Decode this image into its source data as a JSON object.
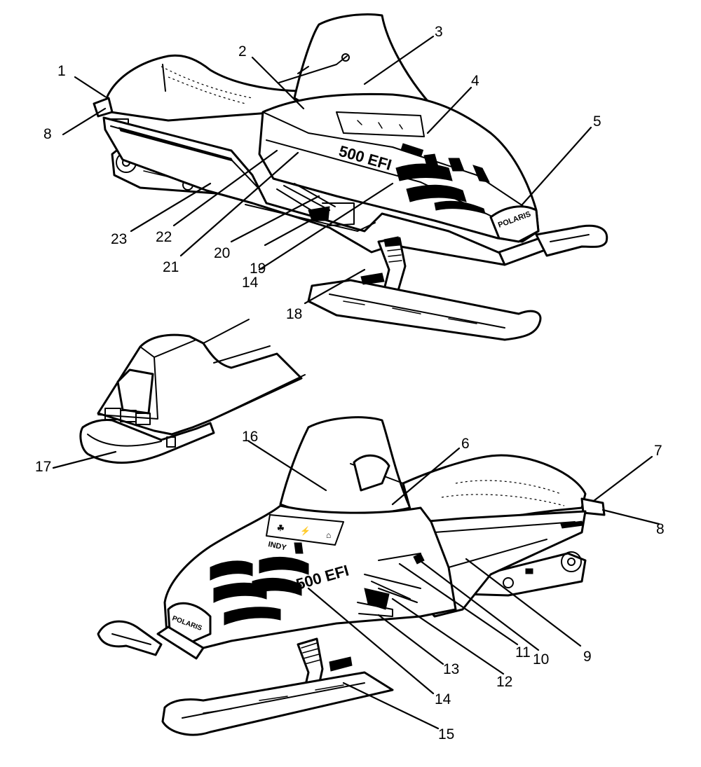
{
  "decals": {
    "model_text": "500 EFI"
  },
  "callouts": [
    {
      "id": "c1",
      "label": "1"
    },
    {
      "id": "c2",
      "label": "2"
    },
    {
      "id": "c3",
      "label": "3"
    },
    {
      "id": "c4",
      "label": "4"
    },
    {
      "id": "c5",
      "label": "5"
    },
    {
      "id": "c8a",
      "label": "8"
    },
    {
      "id": "c23",
      "label": "23"
    },
    {
      "id": "c22",
      "label": "22"
    },
    {
      "id": "c21",
      "label": "21"
    },
    {
      "id": "c20",
      "label": "20"
    },
    {
      "id": "c19",
      "label": "19"
    },
    {
      "id": "c14a",
      "label": "14"
    },
    {
      "id": "c18",
      "label": "18"
    },
    {
      "id": "c17",
      "label": "17"
    },
    {
      "id": "c16",
      "label": "16"
    },
    {
      "id": "c6",
      "label": "6"
    },
    {
      "id": "c7",
      "label": "7"
    },
    {
      "id": "c8b",
      "label": "8"
    },
    {
      "id": "c9",
      "label": "9"
    },
    {
      "id": "c10",
      "label": "10"
    },
    {
      "id": "c11",
      "label": "11"
    },
    {
      "id": "c12",
      "label": "12"
    },
    {
      "id": "c13",
      "label": "13"
    },
    {
      "id": "c14b",
      "label": "14"
    },
    {
      "id": "c15",
      "label": "15"
    }
  ]
}
